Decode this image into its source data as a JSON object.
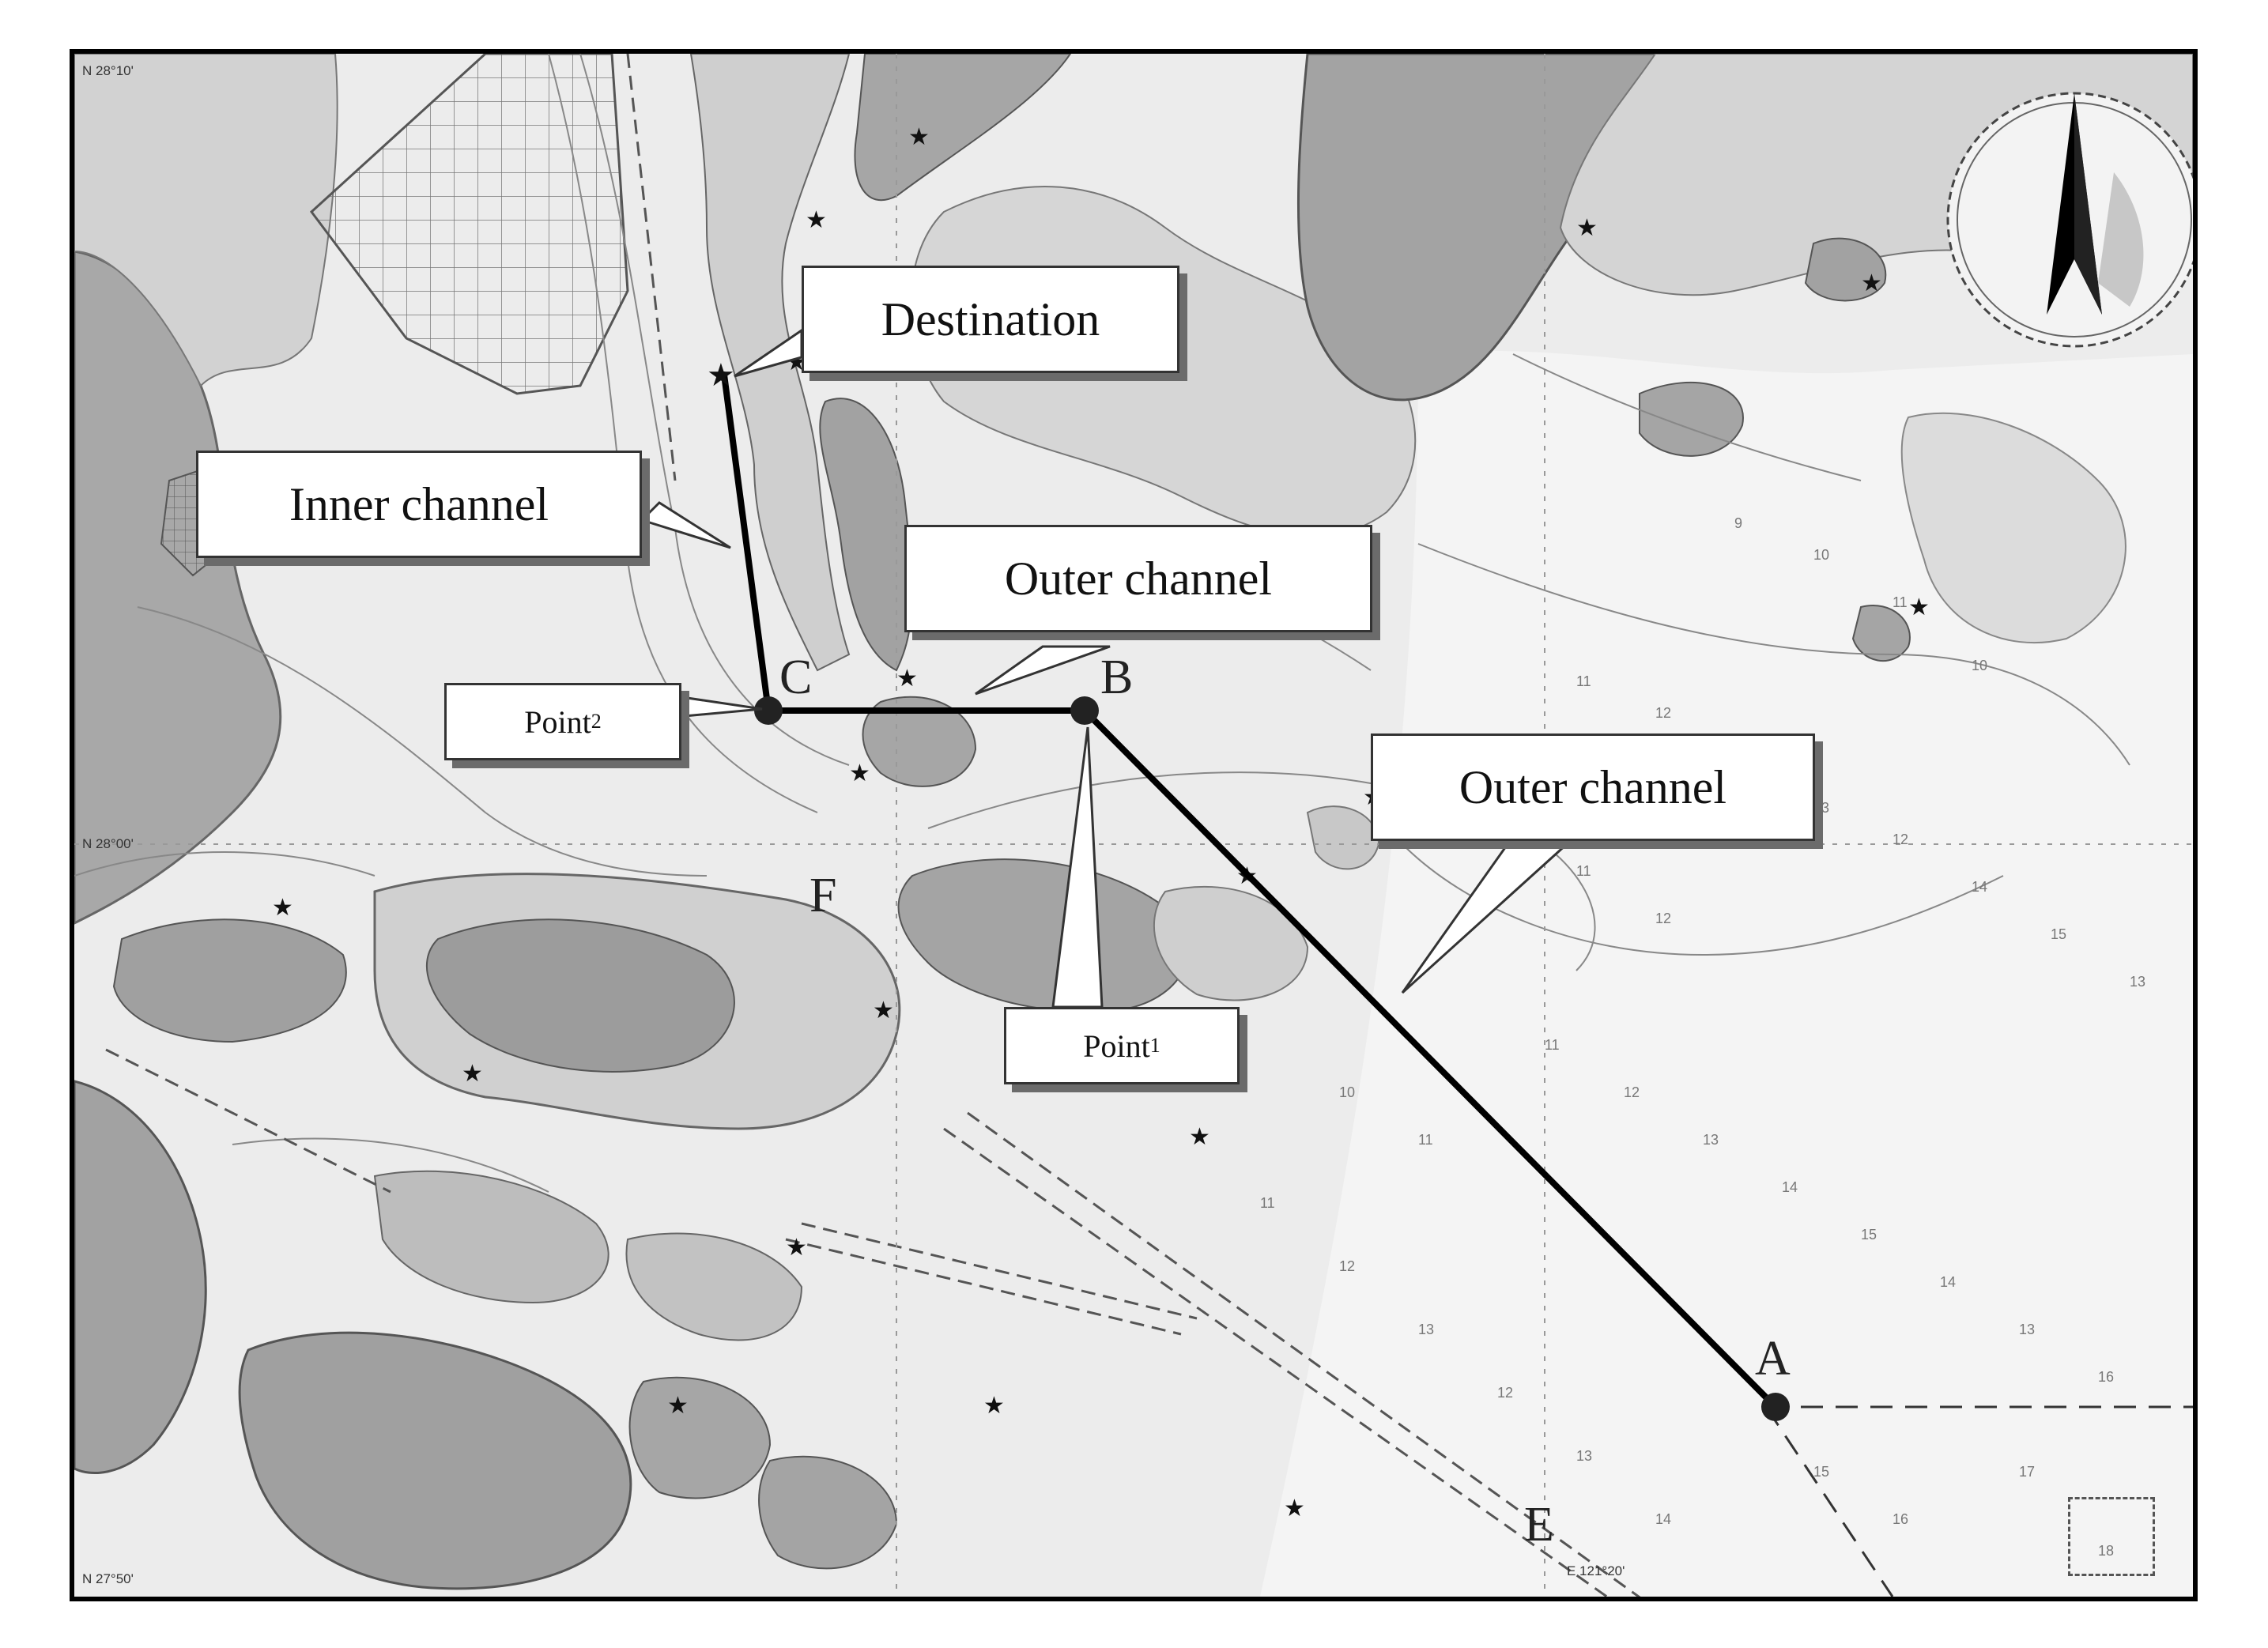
{
  "labels": {
    "destination": "Destination",
    "inner_channel": "Inner channel",
    "outer_channel_top": "Outer channel",
    "outer_channel_right": "Outer channel",
    "point2_base": "Point",
    "point2_sub": "2",
    "point1_base": "Point",
    "point1_sub": "1"
  },
  "waypoints": {
    "A": "A",
    "B": "B",
    "C": "C",
    "E": "E",
    "F": "F"
  },
  "coordinates": {
    "lat_top": "N 28°10'",
    "lat_mid": "N 28°00'",
    "lat_bottom": "N 27°50'",
    "lon_bottom": "E 121°20'"
  },
  "colors": {
    "route": "#000000",
    "land_dark": "#9f9f9f",
    "land_light": "#cfcfcf",
    "sea": "#ececec"
  },
  "icons": {
    "north_arrow": "north-arrow-icon",
    "light_buoy": "star-icon"
  }
}
